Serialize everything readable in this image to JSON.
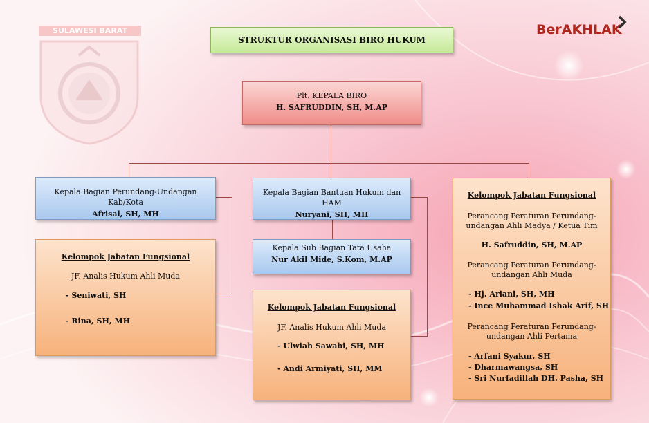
{
  "title": "STRUKTUR ORGANISASI BIRO HUKUM",
  "brand": "BerAKHLAK",
  "emblem": {
    "label": "SULAWESI BARAT",
    "icon": "provincial-emblem-icon"
  },
  "head": {
    "position": "Plt. KEPALA BIRO",
    "name": "H. SAFRUDDIN, SH, M.AP"
  },
  "bagian_left": {
    "position": "Kepala Bagian Perundang-Undangan Kab/Kota",
    "name": "Afrisal, SH, MH"
  },
  "bagian_mid": {
    "position": "Kepala Bagian Bantuan Hukum dan HAM",
    "name": "Nuryani, SH, MH"
  },
  "subbagian": {
    "position": "Kepala Sub Bagian Tata Usaha",
    "name": "Nur Akil Mide, S.Kom, M.AP"
  },
  "group_left": {
    "heading": "Kelompok Jabatan Fungsional",
    "role": "JF. Analis Hukum Ahli Muda",
    "members": [
      "- Seniwati, SH",
      "- Rina, SH, MH"
    ]
  },
  "group_mid": {
    "heading": "Kelompok Jabatan Fungsional",
    "role": "JF. Analis Hukum Ahli Muda",
    "members": [
      "- Ulwiah Sawabi, SH, MH",
      "- Andi Armiyati, SH, MM"
    ]
  },
  "group_right": {
    "heading": "Kelompok Jabatan Fungsional",
    "role1": [
      "Perancang Peraturan Perundang-",
      "undangan Ahli Madya / Ketua Tim"
    ],
    "name1": "H. Safruddin, SH, M.AP",
    "role2": [
      "Perancang Peraturan Perundang-",
      "undangan Ahli Muda"
    ],
    "members2": [
      "- Hj. Ariani, SH, MH",
      "- Ince Muhammad Ishak Arif, SH"
    ],
    "role3": [
      "Perancang Peraturan Perundang-",
      "undangan Ahli Pertama"
    ],
    "members3": [
      "- Arfani Syakur, SH",
      "- Dharmawangsa, SH",
      "- Sri Nurfadillah DH. Pasha, SH"
    ]
  },
  "colors": {
    "connector": "#9c4840",
    "brand": "#b0271d"
  }
}
